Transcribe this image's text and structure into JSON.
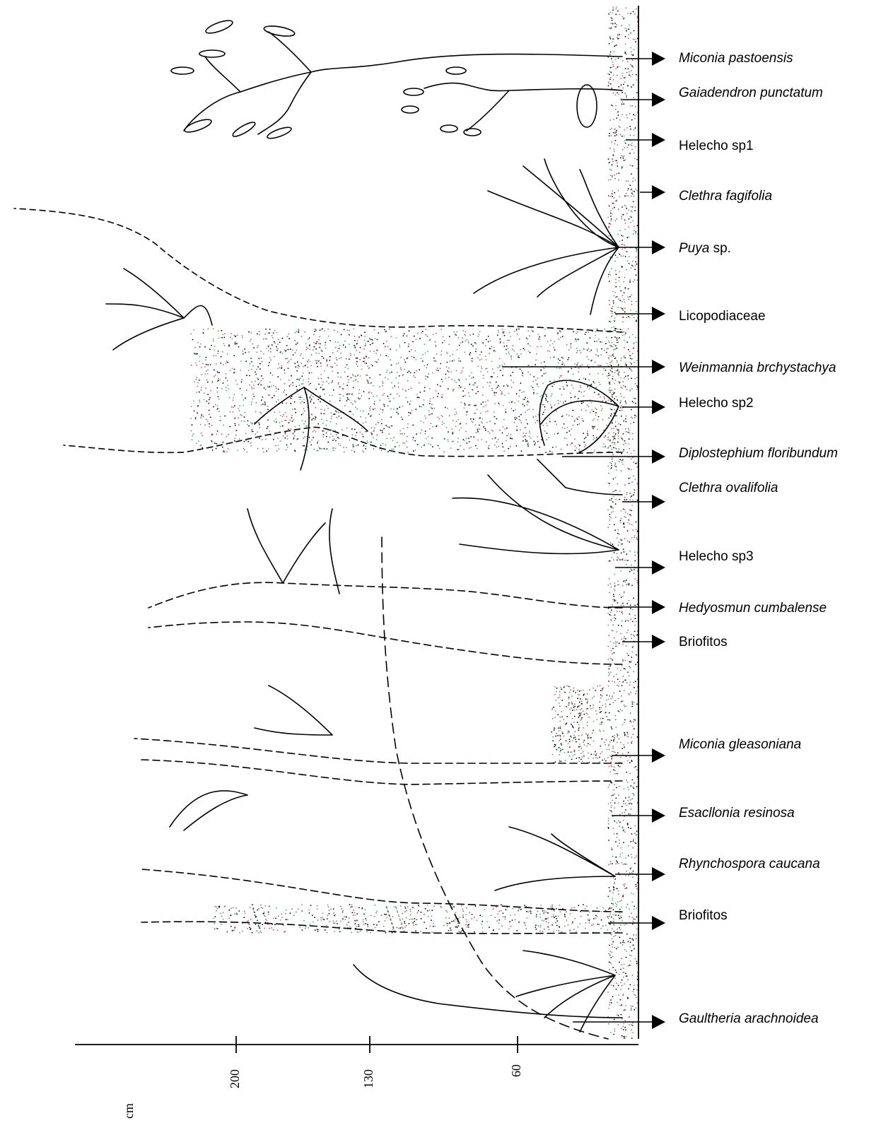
{
  "species": [
    {
      "id": "miconia-pastoensis",
      "text": "Miconia pastoensis",
      "italic": true
    },
    {
      "id": "gaiadendron-punctatum",
      "text": "Gaiadendron punctatum",
      "italic": true
    },
    {
      "id": "helecho-sp1",
      "text": "Helecho sp1",
      "italic": false
    },
    {
      "id": "clethra-fagifolia",
      "text": "Clethra fagifolia",
      "italic": true
    },
    {
      "id": "puya-sp",
      "text": "Puya",
      "suffix": " sp.",
      "italic": true
    },
    {
      "id": "licopodiaceae",
      "text": "Licopodiaceae",
      "italic": false
    },
    {
      "id": "weinmannia-brchystachya",
      "text": "Weinmannia brchystachya",
      "italic": true
    },
    {
      "id": "helecho-sp2",
      "text": "Helecho sp2",
      "italic": false
    },
    {
      "id": "diplostephium-floribundum",
      "text": "Diplostephium  floribundum",
      "italic": true
    },
    {
      "id": "clethra-ovalifolia",
      "text": "Clethra ovalifolia",
      "italic": true
    },
    {
      "id": "helecho-sp3",
      "text": "Helecho sp3",
      "italic": false
    },
    {
      "id": "hedyosmun-cumbalense",
      "text": "Hedyosmun cumbalense",
      "italic": true
    },
    {
      "id": "briofitos-1",
      "text": "Briofitos",
      "italic": false
    },
    {
      "id": "miconia-gleasoniana",
      "text": "Miconia gleasoniana",
      "italic": true
    },
    {
      "id": "esacllonia-resinosa",
      "text": "Esacllonia resinosa",
      "italic": true
    },
    {
      "id": "rhynchospora-caucana",
      "text": "Rhynchospora caucana",
      "italic": true
    },
    {
      "id": "briofitos-2",
      "text": "Briofitos",
      "italic": false
    },
    {
      "id": "gaultheria-arachnoidea",
      "text": "Gaultheria arachnoidea",
      "italic": true
    }
  ],
  "scale": {
    "unit": "cm",
    "ticks": [
      "200",
      "130",
      "60"
    ]
  },
  "colors": {
    "ink": "#000000",
    "stipple_red": "#c0506e",
    "stipple_green": "#3fae6a"
  }
}
